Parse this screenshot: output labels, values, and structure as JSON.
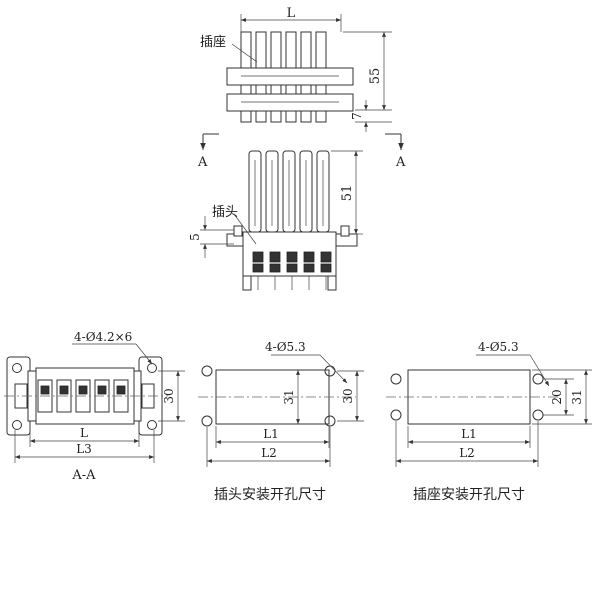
{
  "top_view": {
    "dim_width": "L",
    "dim_height": "55",
    "dim_gap": "7",
    "label_socket": "插座"
  },
  "section_marks": {
    "left": "A",
    "right": "A"
  },
  "side_view": {
    "dim_pin_length": "51",
    "dim_offset": "5",
    "label_plug": "插头"
  },
  "section_view": {
    "holes": "4-Ø4.2×6",
    "dim_height": "30",
    "dim_l": "L",
    "dim_l3": "L3",
    "title": "A-A"
  },
  "plug_cutout": {
    "holes": "4-Ø5.3",
    "dim_inner": "31",
    "dim_outer": "30",
    "dim_l1": "L1",
    "dim_l2": "L2",
    "caption": "插头安装开孔尺寸"
  },
  "socket_cutout": {
    "holes": "4-Ø5.3",
    "dim_hole_spacing": "20",
    "dim_height": "31",
    "dim_l1": "L1",
    "dim_l2": "L2",
    "caption": "插座安装开孔尺寸"
  }
}
